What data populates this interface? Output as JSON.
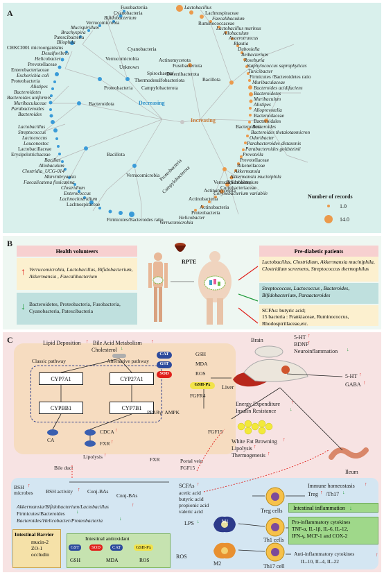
{
  "panel_a": {
    "label": "A",
    "center_decreasing": "Decreasing",
    "center_increasing": "Increasing",
    "legend": {
      "title": "Number of records",
      "small": "1.0",
      "large": "14.0"
    },
    "decreasing_phyla": [
      "Cyanobacteria",
      "Verrucomicrobia",
      "Unknown",
      "Spirochaeota",
      "Thermodesulfobacteriota",
      "Campylobacterota",
      "Proteobacteria",
      "Bacteroidota"
    ],
    "decreasing_upper_labels": [
      "Fusobacteriia",
      "Cyanobacteria",
      "Bifidobacterium",
      "Verrucomicrobia",
      "Mucispirillum",
      "Brachyspira",
      "Patescibacteria",
      "Bilophila",
      "CHKCI001 microorganisms",
      "Desulfovibrio",
      "Helicobacter",
      "Prevotellaceae",
      "Enterobacteriaceae",
      "Escherichia coli",
      "Proteobacteria",
      "Alistipes",
      "Bacteroidetes",
      "Bacteroides uniformis",
      "Muribaculaceae",
      "Parabacteroides",
      "Bacteroides"
    ],
    "decreasing_lower_labels": [
      "Lactobacillus",
      "Streptococcus",
      "Lactococcus",
      "Leuconostoc",
      "Lactobacillaceae",
      "Erysipelotrichaceae",
      "Bacillus",
      "Allobaculum",
      "Clostridia_UCG-014",
      "Marvinbryantia",
      "Faecalicatena fissicatena",
      "Clostridium",
      "Enterococcus",
      "Lachnoclostridium",
      "Lachnospiraceae"
    ],
    "decreasing_lower_phyla": [
      "Bacillota",
      "Verrucomicrobia",
      "Proteobacteria",
      "Campylobacterota"
    ],
    "decreasing_lower_bottom": "Firmicutes/Bacteroides ratio",
    "increasing_phyla": [
      "Fusobacteriota",
      "Deferribacterota",
      "Actinomycetota",
      "Bacillota",
      "Bacteroidota",
      "Verrucomicrobiota",
      "Actinomycetota",
      "Actinobacteria"
    ],
    "increasing_upper_labels": [
      "Lactobacillus",
      "Lachnospiraceae",
      "Faecalibaculum",
      "Ruminococcaceae",
      "Lactobacillus murinus",
      "Allobaculum",
      "Anaerotruncus",
      "Blautia",
      "Dubosiella",
      "Ileibacterium",
      "Roseburia",
      "Staphylococcus saprophyticus",
      "Turicibacter",
      "Firmicutes /Bacteroidetes ratio",
      "Muribaculaceae",
      "Bacteroides acidifaciens",
      "Bacteroidetes",
      "Muribaculum",
      "Alistipes",
      "Alloprevotella",
      "Bacteroidaceae",
      "Bacteroidales",
      "Bacteroides",
      "Bacteroides thetaiotaomicron",
      "Odoribacter",
      "Parabacteroides distasonis",
      "Parabacteroides goldsteinii",
      "Prevotella",
      "Prevotellaceae",
      "Rikenellaceae",
      "Akkermansia",
      "Akkermansia muciniphila",
      "Bifidobacterium",
      "Coriobacteriaceae",
      "Corynebacterium variabile"
    ],
    "increasing_bottom_labels": [
      "Actinobacteria",
      "Proteobacteria",
      "Helicobacter",
      "Verrucomicrobia"
    ]
  },
  "panel_b": {
    "label": "B",
    "center_label": "RPTE",
    "health": {
      "title": "Health volunteers",
      "up_text": "Verrucomicrobia, Lactobacillus, Bifidobacterium, Akkermansia , Faecalibacterium",
      "down_text": "Bacteroidetes, Proteobacteria, Fusobacteria, Cyanobacteria, Patescibacteria"
    },
    "prediabetic": {
      "title": "Pre-diabetic patients",
      "up_text": "Lactobacillus, Clostridium, Akkermansia muciniphila, Clostridium screenens, Streptococcus thermophilus",
      "down_text": "Streptococcus, Lactococcus , Bacteroides, Bifidobacterium, Paraacteroides",
      "scfa_text": "SCFAs:   butyric acid;",
      "bacteria_text": "15 bacteria : Frankiaceae, Ruminococcus, Rhodospirillaceae,etc."
    }
  },
  "panel_c": {
    "label": "C",
    "lipid_deposition": "Lipid Deposition",
    "bile_acid_metabolism": "Bile Acid Metabolism",
    "cholesterol": "Cholesterol",
    "classic_pathway": "Classic pathway",
    "alternative_pathway": "Alternative pathway",
    "enzymes": [
      "CYP7A1",
      "CYP27A1",
      "CYPBB1",
      "CYP7B1"
    ],
    "ca": "CA",
    "cdca": "CDCA",
    "fxr": "FXR",
    "lipolysis": "Lipolysis",
    "bile_duct": "Bile duct",
    "antioxidants": [
      "CAT",
      "GST",
      "SOD",
      "GSH-Px"
    ],
    "oxidative_markers": [
      "GSH",
      "MDA",
      "ROS"
    ],
    "fgfr4": "FGFR4",
    "liver": "Liver",
    "brain": "Brain",
    "brain_markers": [
      "5-HT",
      "BDNF",
      "Neuroinflammation"
    ],
    "gaba_markers": [
      "5-HT",
      "GABA"
    ],
    "ppar": "PPARγ/ AMPK",
    "energy": [
      "Energy Expenditure",
      "Insulin Resistance"
    ],
    "fgf15": "FGF15",
    "white_fat": [
      "White Fat Browning",
      "Lipolysis",
      "Thermogenesis"
    ],
    "portal": [
      "Portal vein",
      "FGF15"
    ],
    "fxr2": "FXR",
    "ileum": "Ileum",
    "bsh_microbes": "BSH microbes",
    "bsh_activity": "BSH activity",
    "conj_bas": "Conj-BAs",
    "unconj_bas": "Cnnj-BAs",
    "scfas": [
      "SCFAs",
      "acetic acid",
      "butyric acid",
      "propionic acid",
      "valeric acid"
    ],
    "lps": "LPS",
    "ros": "ROS",
    "m1": "M1",
    "m2": "M2",
    "treg": "Treg cells",
    "th1": "Th1 cells",
    "th17": "Th17 cell",
    "immune": [
      "Immune homeostasis",
      "Treg",
      "/Th17"
    ],
    "intestinal_inflammation": "Intestinal inflammation",
    "pro_inflammatory": [
      "Pro-inflammatory cytokines",
      "TNF-α, IL-1β, IL-6, IL-12,",
      "IFN-γ, MCP-1 and COX-2"
    ],
    "anti_inflammatory": [
      "Anti-inflammatory cytokines",
      "IL-10, IL-4, IL-22"
    ],
    "microbes_up": "Akkermansia/Bifidobacterium/Lactobacillus",
    "microbes_fb": "Firmicutes/Bacteroides",
    "microbes_down": "Bacteroides/Helicobacter/Proteobacteria",
    "barrier": [
      "Intestinal Barrier",
      "mucin-2",
      "ZO-1",
      "occludin"
    ],
    "intestinal_antioxidant": "Intestinal antioxidant",
    "int_markers_1": [
      "GST",
      "SOD",
      "CAT",
      "GSH-Px"
    ],
    "int_markers_2": [
      "GSH",
      "MDA",
      "ROS"
    ]
  }
}
